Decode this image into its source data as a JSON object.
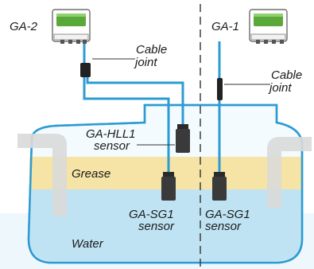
{
  "labels": {
    "ga2": "GA-2",
    "ga1": "GA-1",
    "cable_joint_left": [
      "Cable",
      "joint"
    ],
    "cable_joint_right": [
      "Cable",
      "joint"
    ],
    "hll1": [
      "GA-HLL1",
      "sensor"
    ],
    "grease": "Grease",
    "water": "Water",
    "sg1_left": [
      "GA-SG1",
      "sensor"
    ],
    "sg1_right": [
      "GA-SG1",
      "sensor"
    ]
  },
  "colors": {
    "water": "#bfe3f3",
    "grease": "#f6e3a6",
    "cable": "#2d9bd3",
    "sensor": "#3a3a3a",
    "pipe": "#d9d9d9",
    "screen": "#5aa83a",
    "outline": "#2d9bd3"
  }
}
